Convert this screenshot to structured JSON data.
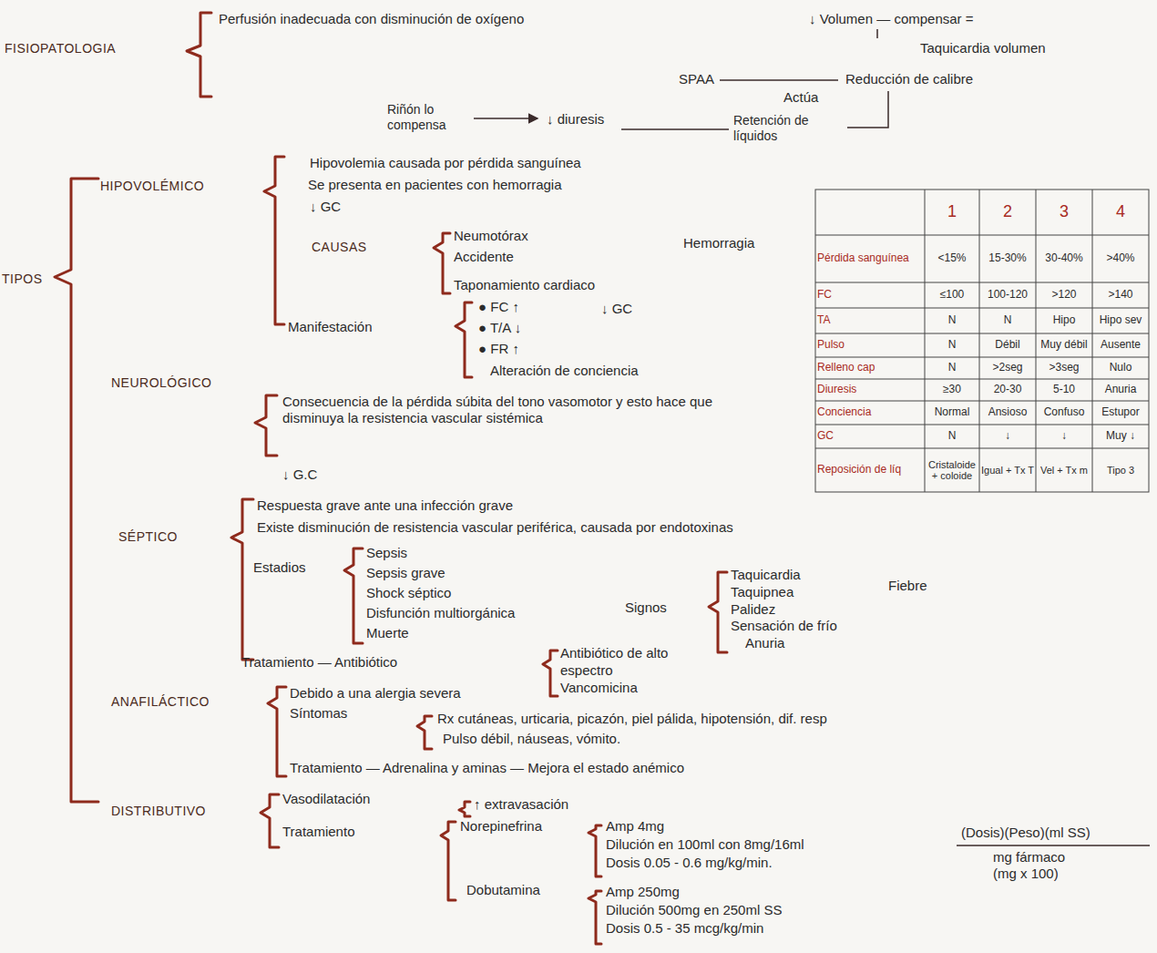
{
  "diagram": {
    "labels": [
      "FISIOPATOLOGIA",
      "Perfusión inadecuada con disminución de oxígeno",
      "↓ Volumen — compensar =",
      "Taquicardia volumen",
      "SPAA",
      "Reducción de calibre",
      "Actúa",
      "Riñón lo compensa",
      "↓ diuresis",
      "Retención de líquidos",
      "TIPOS",
      "HIPOVOLÉMICO",
      "Hipovolemia causada por pérdida sanguínea",
      "Se presenta en pacientes con hemorragia",
      "↓ GC",
      "CAUSAS",
      "Neumotórax",
      "Accidente",
      "Taponamiento cardiaco",
      "Hemorragia",
      "Manifestación",
      "● FC ↑",
      "↓ GC",
      "● T/A ↓",
      "● FR ↑",
      "Alteración de conciencia",
      "NEUROLÓGICO",
      "Consecuencia de la pérdida súbita del tono vasomotor y esto hace que disminuya la resistencia vascular sistémica",
      "↓ G.C",
      "SÉPTICO",
      "Respuesta grave ante una infección grave",
      "Existe disminución de resistencia vascular periférica, causada por endotoxinas",
      "Estadios",
      "Sepsis",
      "Sepsis grave",
      "Shock séptico",
      "Disfunción multiorgánica",
      "Muerte",
      "Signos",
      "Taquicardia",
      "Fiebre",
      "Taquipnea",
      "Palidez",
      "Sensación de frío",
      "Anuria",
      "Tratamiento — Antibiótico",
      "Antibiótico de alto",
      "espectro",
      "Vancomicina",
      "ANAFILÁCTICO",
      "Debido a una alergia severa",
      "Síntomas",
      "Rx cutáneas, urticaria, picazón, piel pálida, hipotensión, dif. resp",
      "Pulso débil, náuseas, vómito.",
      "Tratamiento — Adrenalina y aminas — Mejora el estado anémico",
      "DISTRIBUTIVO",
      "Vasodilatación",
      "↑ extravasación",
      "Tratamiento",
      "Norepinefrina",
      "Amp 4mg",
      "Dilución en 100ml con 8mg/16ml",
      "Dosis 0.05 - 0.6 mg/kg/min.",
      "Dobutamina",
      "Amp 250mg",
      "Dilución 500mg en 250ml SS",
      "Dosis 0.5 - 35 mcg/kg/min",
      "(Dosis)(Peso)(ml SS)",
      "mg fármaco",
      "(mg x 100)",
      "1",
      "2",
      "3",
      "4",
      "Pérdida sanguínea",
      "<15%",
      "15-30%",
      "30-40%",
      ">40%",
      "FC",
      "≤100",
      "100-120",
      ">120",
      ">140",
      "TA",
      "N",
      "N",
      "Hipo",
      "Hipo sev",
      "Pulso",
      "N",
      "Débil",
      "Muy débil",
      "Ausente",
      "Relleno cap",
      "N",
      ">2seg",
      ">3seg",
      "Nulo",
      "Diuresis",
      "≥30",
      "20-30",
      "5-10",
      "Anuria",
      "Conciencia",
      "Normal",
      "Ansioso",
      "Confuso",
      "Estupor",
      "GC",
      "N",
      "↓",
      "↓",
      "Muy ↓",
      "Reposición de líq",
      "Cristaloide + coloide",
      "Igual + Tx T",
      "Vel + Tx m",
      "Tipo 3"
    ]
  }
}
